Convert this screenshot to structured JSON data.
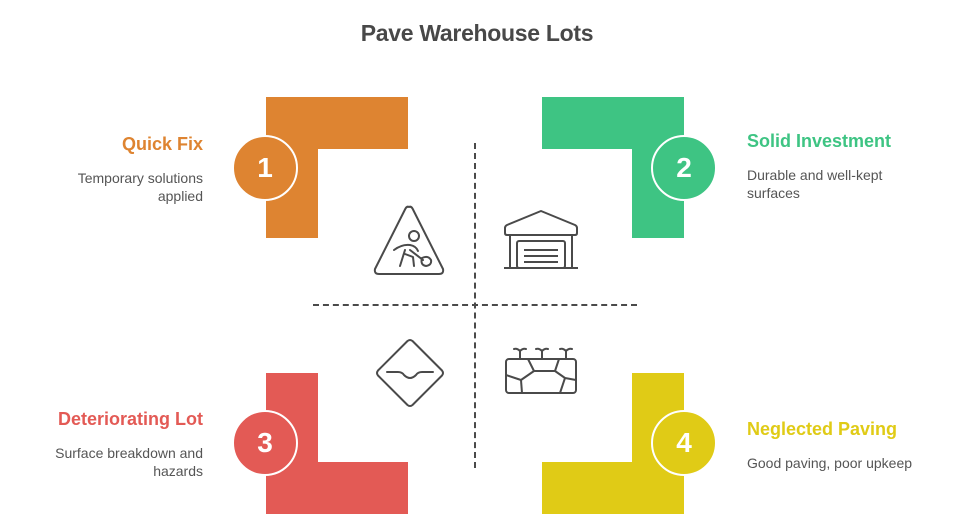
{
  "title": "Pave Warehouse Lots",
  "quadrants": [
    {
      "number": "1",
      "label": "Quick Fix",
      "description_line1": "Temporary solutions",
      "description_line2": "applied",
      "color": "#DE8431",
      "icon": "road-work-sign-icon"
    },
    {
      "number": "2",
      "label": "Solid Investment",
      "description_line1": "Durable and well-kept",
      "description_line2": "surfaces",
      "color": "#3EC483",
      "icon": "garage-warehouse-icon"
    },
    {
      "number": "3",
      "label": "Deteriorating Lot",
      "description_line1": "Surface breakdown and",
      "description_line2": "hazards",
      "color": "#E35A55",
      "icon": "bump-warning-sign-icon"
    },
    {
      "number": "4",
      "label": "Neglected Paving",
      "description_line1": "Good paving, poor upkeep",
      "description_line2": "",
      "color": "#E0CB16",
      "icon": "cracked-pavement-weeds-icon"
    }
  ]
}
